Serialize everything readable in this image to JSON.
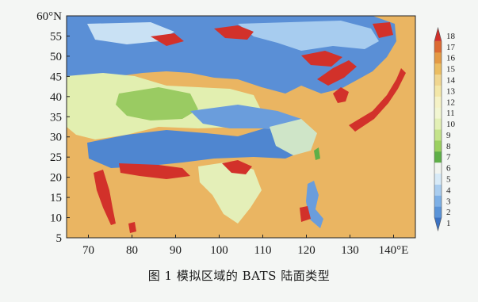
{
  "figure": {
    "caption": "图 1 模拟区域的 BATS 陆面类型",
    "lat_axis": {
      "min": 5,
      "max": 60,
      "step": 5,
      "labels": [
        "5",
        "10",
        "15",
        "20",
        "25",
        "30",
        "35",
        "40",
        "45",
        "50",
        "55",
        "60°N"
      ]
    },
    "lon_axis": {
      "min": 65,
      "max": 145,
      "step": 10,
      "labels": [
        "70",
        "80",
        "90",
        "100",
        "110",
        "120",
        "130",
        "140°E"
      ]
    },
    "colorbar": {
      "labels": [
        "1",
        "2",
        "3",
        "4",
        "5",
        "6",
        "7",
        "8",
        "9",
        "10",
        "11",
        "12",
        "13",
        "14",
        "15",
        "16",
        "17",
        "18"
      ],
      "colors": [
        "#3b72c2",
        "#5a94d8",
        "#7db0e6",
        "#a9cdef",
        "#d7eaf7",
        "#f1f4ef",
        "#5faf48",
        "#9bd060",
        "#c4e38a",
        "#e3f0b6",
        "#f2f6d2",
        "#f5f2c6",
        "#f3e7a8",
        "#f0d690",
        "#ebbd62",
        "#e49a45",
        "#dc6a32",
        "#d0302a"
      ]
    }
  }
}
